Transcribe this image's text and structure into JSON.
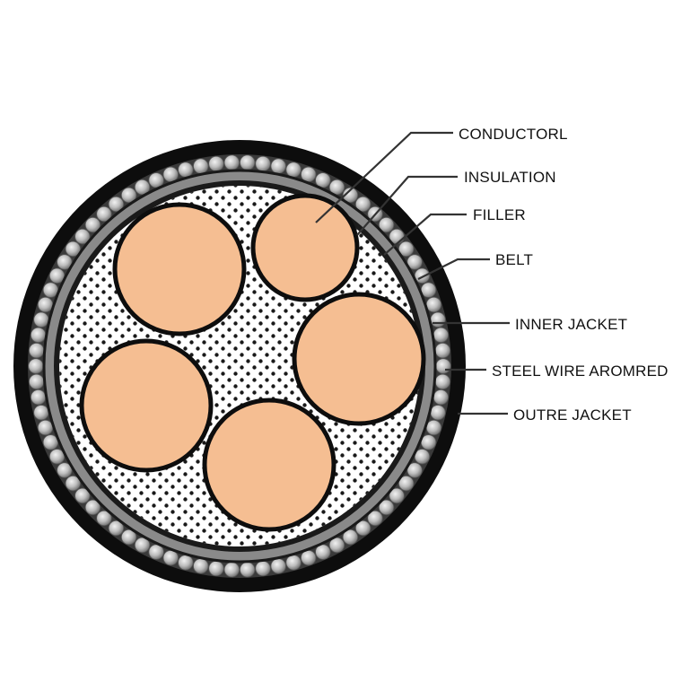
{
  "diagram": {
    "colors": {
      "background": "#ffffff",
      "outer_jacket": "#0d0d0d",
      "armour_band": "#3a3a3a",
      "wire_light": "#d9d9d9",
      "wire_dark": "#7a7a7a",
      "inner_jacket": "#8a8a8a",
      "belt": "#1a1a1a",
      "filler": "#ffffff",
      "filler_dots": "#1a1a1a",
      "conductor": "#f5be92",
      "insulation": "#0d0d0d",
      "leader_line": "#333333"
    },
    "labels": [
      {
        "id": "conductor",
        "text": "CONDUCTORL"
      },
      {
        "id": "insulation",
        "text": "INSULATION"
      },
      {
        "id": "filler",
        "text": "FILLER"
      },
      {
        "id": "belt",
        "text": "BELT"
      },
      {
        "id": "inner-jacket",
        "text": "INNER JACKET"
      },
      {
        "id": "steel-wire",
        "text": "STEEL WIRE AROMRED"
      },
      {
        "id": "outer-jacket",
        "text": "OUTRE JACKET"
      }
    ]
  }
}
